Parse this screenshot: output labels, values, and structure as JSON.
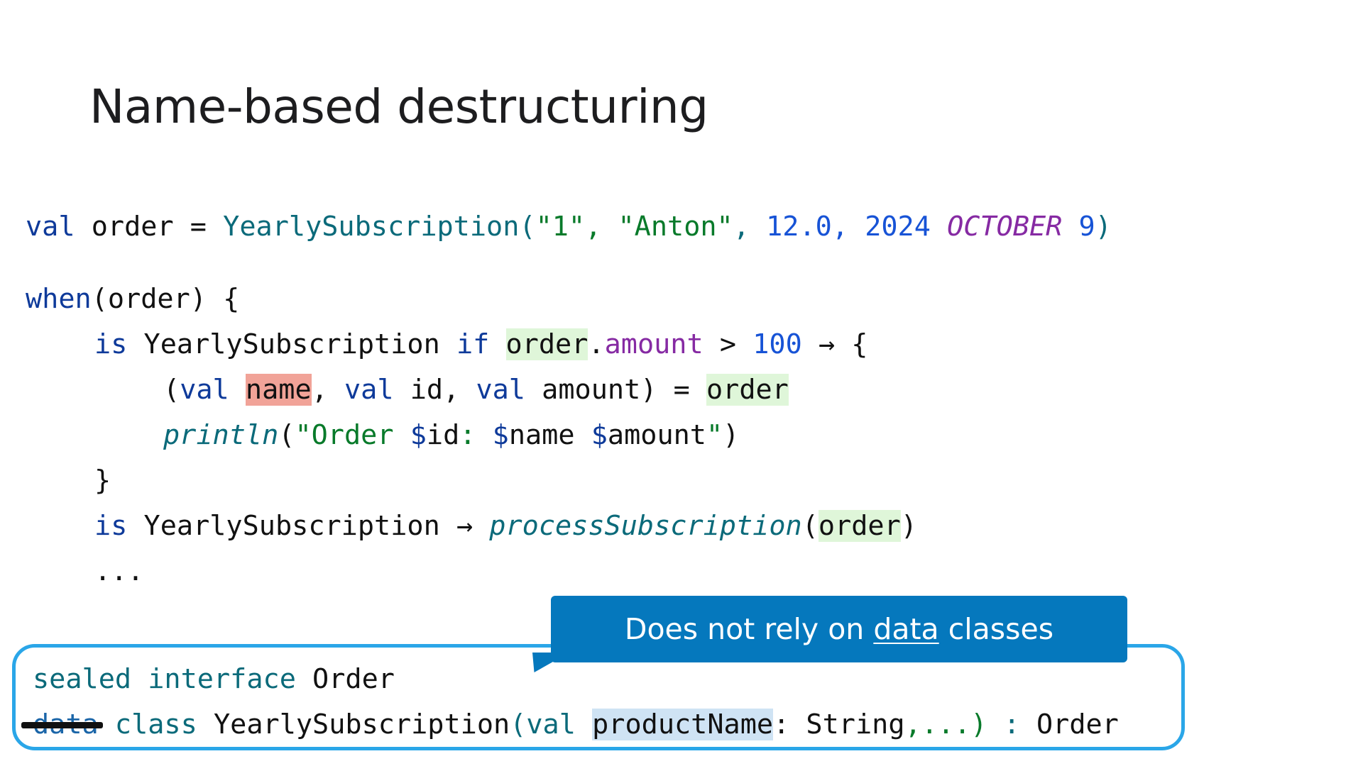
{
  "slide": {
    "title": "Name-based destructuring"
  },
  "code": {
    "line1": {
      "kw": "val",
      "var": " order = ",
      "ctor": "YearlySubscription(",
      "arg1": "\"1\"",
      "sep1": ", ",
      "arg2": "\"Anton\"",
      "sep2": ", ",
      "arg3": "12.0",
      "sep3": ", ",
      "arg4a": "2024",
      "arg4b": " OCTOBER",
      "arg4c": " 9",
      "close": ")"
    },
    "line2": {
      "kw": "when",
      "rest": "(order) {"
    },
    "line3": {
      "kw1": "is",
      "type": " YearlySubscription ",
      "kw2": "if",
      "sp": " ",
      "obj": "order",
      "dot": ".",
      "prop": "amount",
      "op": " > ",
      "num": "100",
      "arrow": " → {"
    },
    "line4": {
      "open": "(",
      "kw1": "val",
      "sp1": " ",
      "name": "name",
      "sep1": ", ",
      "kw2": "val",
      "id": " id, ",
      "kw3": "val",
      "amount": " amount) = ",
      "order": "order"
    },
    "line5": {
      "fn": "println",
      "open": "(",
      "str1": "\"Order ",
      "d1": "$",
      "v1": "id",
      "str2": ": ",
      "d2": "$",
      "v2": "name",
      "str3": " ",
      "d3": "$",
      "v3": "amount",
      "str4": "\"",
      "close": ")"
    },
    "line6": {
      "brace": "}"
    },
    "line7": {
      "kw": "is",
      "type": " YearlySubscription → ",
      "fn": "processSubscription",
      "open": "(",
      "arg": "order",
      "close": ")"
    },
    "line8": {
      "ellipsis": "..."
    }
  },
  "callout": {
    "before": "Does not rely on ",
    "underlined": "data",
    "after": " classes"
  },
  "declaration": {
    "line1": {
      "kw1": "sealed",
      "kw2": " interface",
      "type": " Order"
    },
    "line2": {
      "struck": "data",
      "kw": " class",
      "name": " YearlySubscription",
      "open": "(val ",
      "param": "productName",
      "colon": ": String",
      "rest": ",...)",
      "colon2": " : ",
      "super": "Order"
    }
  },
  "colors": {
    "keyword": "#0e3a9a",
    "type_call": "#0b6a7a",
    "string": "#087a2a",
    "number": "#1753d6",
    "property": "#862aa3",
    "highlight_green": "#dff6d9",
    "highlight_red": "#f1a398",
    "highlight_blue": "#cfe3f4",
    "callout": "#0578bd",
    "box_border": "#2aa6e8"
  }
}
